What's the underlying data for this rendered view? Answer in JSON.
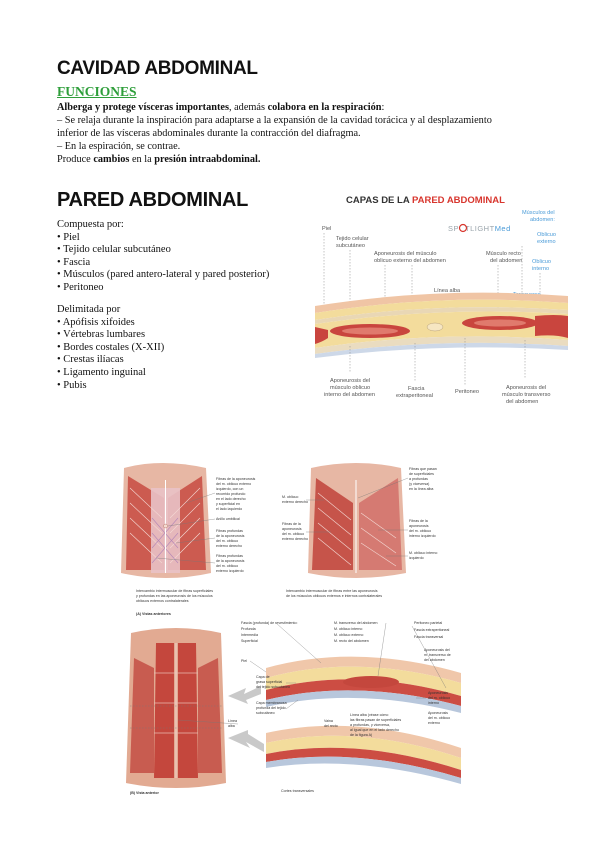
{
  "title_cavidad": "CAVIDAD ABDOMINAL",
  "funciones": {
    "heading": "FUNCIONES",
    "l1_bold": "Alberga y protege vísceras importantes",
    "l1_mid": ", además ",
    "l1_bold2": "colabora en la respiración",
    "l1_end": ":",
    "l2": "– Se relaja durante la inspiración para adaptarse a la expansión de la cavidad torácica y al desplazamiento",
    "l3": "inferior de las vísceras abdominales durante la contracción del diafragma.",
    "l4": "– En la espiración, se contrae.",
    "l5_a": "Produce ",
    "l5_b": "cambios",
    "l5_c": " en la ",
    "l5_d": "presión intraabdominal."
  },
  "title_pared": "PARED ABDOMINAL",
  "compuesta": {
    "intro": "Compuesta por:",
    "items": [
      "• Piel",
      "• Tejido celular subcutáneo",
      "• Fascia",
      "• Músculos (pared antero-lateral y pared posterior)",
      "• Peritoneo"
    ]
  },
  "delimitada": {
    "intro": "Delimitada por",
    "items": [
      "• Apófisis xifoides",
      "• Vértebras lumbares",
      "• Bordes costales (X-XII)",
      "• Crestas ilíacas",
      "• Ligamento inguinal",
      "•  Pubis"
    ]
  },
  "capas_figure": {
    "title_a": "CAPAS DE LA ",
    "title_b": "PARED ABDOMINAL",
    "brand_a": "SP",
    "brand_b": "TLIGHT",
    "brand_c": "Med",
    "labels": {
      "piel": "Piel",
      "tejido1": "Tejido celular",
      "tejido2": "subcutáneo",
      "apo_ext1": "Aponeurosis del músculo",
      "apo_ext2": "oblicuo externo del abdomen",
      "recto1": "Músculo recto",
      "recto2": "del abdomen",
      "musc1": "Músculos del",
      "musc2": "abdomen:",
      "obl_ext1": "Oblicuo",
      "obl_ext2": "externo",
      "obl_int1": "Oblicuo",
      "obl_int2": "interno",
      "transverso": "Transverso",
      "linea_alba": "Línea alba",
      "apo_int1": "Aponeurosis del",
      "apo_int2": "músculo oblicuo",
      "apo_int3": "interno del abdomen",
      "fascia1": "Fascia",
      "fascia2": "extraperitoneal",
      "peritoneo": "Peritoneo",
      "apo_tr1": "Aponeurosis del",
      "apo_tr2": "músculo transverso",
      "apo_tr3": "del abdomen"
    },
    "colors": {
      "muscle": "#c9453e",
      "fat": "#f3dc9c",
      "skin": "#f0c5a5",
      "accent_red": "#d8362e",
      "blue_label": "#4a9bd8"
    }
  },
  "atlas_figure": {
    "a_left_labels": [
      "Fibras de la aponeurosis",
      "del m. oblicuo externo",
      "izquierdo, con un",
      "recorrido profundo",
      "en el lado derecho",
      "y superficial en",
      "el lado izquierdo",
      "Anillo umbilical",
      "Fibras profundas",
      "de la aponeurosis",
      "del m. oblicuo",
      "externo derecho",
      "Fibras profundas",
      "de la aponeurosis",
      "del m. oblicuo",
      "externo izquierdo"
    ],
    "a_right_top": [
      "Fibras que pasan",
      "de superficiales",
      "a profundas",
      "(y viceversa)",
      "en la línea alba"
    ],
    "a_right_obl": [
      "M. oblicuo",
      "externo derecho"
    ],
    "a_right_fibras_left": [
      "Fibras de la",
      "aponeurosis",
      "del m. oblicuo",
      "externo derecho"
    ],
    "a_right_fibras_right": [
      "Fibras de la",
      "aponeurosis",
      "del m. oblicuo",
      "interno izquierdo"
    ],
    "a_right_obl_int": [
      "M. oblicuo interno",
      "izquierdo"
    ],
    "a_caption_left": [
      "Intercambio intermuscular de fibras superficiales",
      "y profundas en las aponeurosis de los músculos",
      "oblicuos externos contralaterales"
    ],
    "a_caption_right": [
      "Intercambio intermuscular de fibras entre las aponeurosis",
      "de los músculos oblicuos externos e internos contralaterales"
    ],
    "a_label": "(A) Vistas anteriores",
    "b_fascia": [
      "Fascia (profunda) de revestimiento:",
      "Profunda",
      "Intermedia",
      "Superficial"
    ],
    "b_mid_labels": [
      "M. transverso del abdomen",
      "M. oblicuo interno",
      "M. oblicuo externo",
      "M. recto del abdomen"
    ],
    "b_right_labels": [
      "Peritoneo parietal",
      "Fascia extraperitoneal",
      "Fascia transversal",
      "Aponeurosis del",
      "m. transverso de",
      "del abdomen"
    ],
    "b_piel": "Piel",
    "b_capa_grasa": [
      "Capa de",
      "grasa superficial",
      "del tejido subcutáneo"
    ],
    "b_capa_membranosa": [
      "Capa membranosa",
      "profunda del tejido",
      "subcutáneo"
    ],
    "b_vaina": [
      "Vaina",
      "del recto"
    ],
    "b_linea_alba_note": [
      "Línea alba (véase cómo",
      "las fibras pasan de superficiales",
      "a profundas, y viceversa,",
      "al igual que en el lado derecho",
      "de la figura A)"
    ],
    "b_apo_oi": [
      "Aponeurosis",
      "del m. oblicuo",
      "interno"
    ],
    "b_apo_oe": [
      "Aponeurosis",
      "del m. oblicuo",
      "externo"
    ],
    "b_linea_alba": [
      "Línea",
      "alba"
    ],
    "b_vista": "(B) Vista anterior",
    "b_cortes": "Cortes transversales"
  }
}
